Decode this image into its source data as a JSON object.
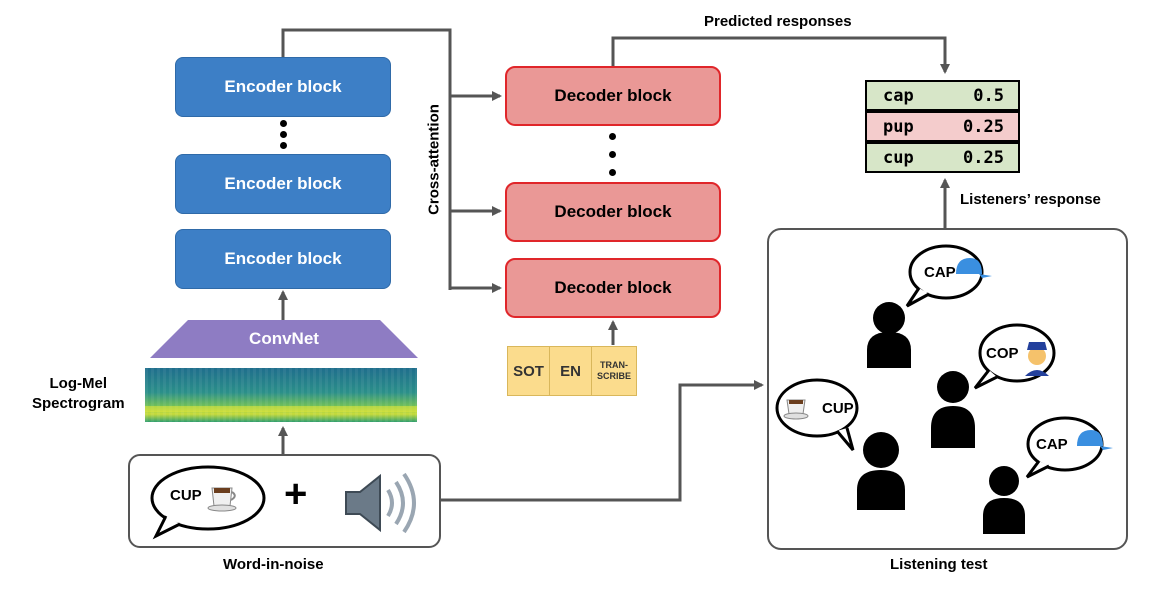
{
  "encoder": {
    "label": "Encoder block"
  },
  "decoder": {
    "label": "Decoder block"
  },
  "convnet": {
    "label": "ConvNet"
  },
  "spectrogram": {
    "label_line1": "Log-Mel",
    "label_line2": "Spectrogram"
  },
  "cross_attention": {
    "label": "Cross-attention"
  },
  "predicted_responses": {
    "label": "Predicted responses"
  },
  "tokens": [
    {
      "text": "SOT"
    },
    {
      "text": "EN"
    },
    {
      "line1": "TRAN-",
      "line2": "SCRIBE"
    }
  ],
  "response_table": [
    {
      "word": "cap",
      "prob": "0.5",
      "color": "#d7e6c8"
    },
    {
      "word": "pup",
      "prob": "0.25",
      "color": "#f4cccc"
    },
    {
      "word": "cup",
      "prob": "0.25",
      "color": "#d7e6c8"
    }
  ],
  "listeners_response": {
    "label": "Listeners’ response"
  },
  "listening_test": {
    "label": "Listening test"
  },
  "word_in_noise": {
    "label": "Word-in-noise",
    "word": "CUP",
    "plus": "+"
  },
  "listener_bubbles": [
    {
      "text": "CAP",
      "icon": "cap-icon"
    },
    {
      "text": "COP",
      "icon": "police-officer-icon"
    },
    {
      "text": "CUP",
      "icon": "coffee-cup-icon"
    },
    {
      "text": "CAP",
      "icon": "cap-icon"
    }
  ],
  "colors": {
    "encoder": "#3d7fc6",
    "decoder_fill": "#ea9896",
    "decoder_border": "#e0262a",
    "convnet": "#8e7cc3",
    "token": "#fbdc8d",
    "arrow": "#555555"
  }
}
